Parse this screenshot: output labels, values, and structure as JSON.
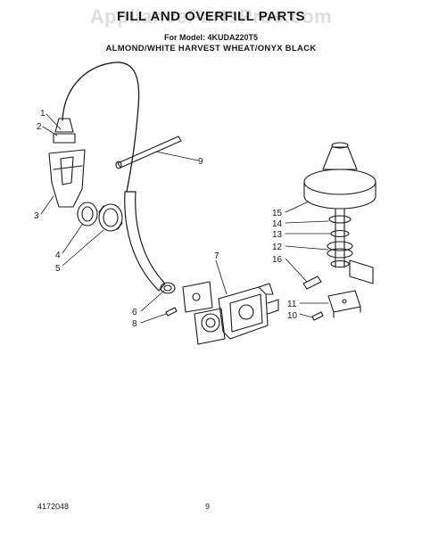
{
  "header": {
    "watermark": "AppliancePartsPros.com",
    "title": "FILL AND OVERFILL PARTS",
    "model_line": "For Model: 4KUDA220T5",
    "colors_line": "ALMOND/WHITE    HARVEST WHEAT/ONYX BLACK"
  },
  "callouts": [
    "1",
    "2",
    "3",
    "4",
    "5",
    "6",
    "7",
    "8",
    "9",
    "10",
    "11",
    "12",
    "13",
    "14",
    "15",
    "16"
  ],
  "footer": {
    "part_number": "4172048",
    "page": "9"
  }
}
